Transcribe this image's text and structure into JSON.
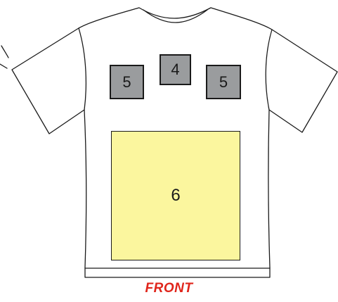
{
  "diagram": {
    "view_label": "FRONT",
    "colors": {
      "outline": "#1a1a1a",
      "small_zone_fill": "#9a9c9e",
      "large_zone_fill": "#fbf69e",
      "label": "#e0251b"
    },
    "zones": [
      {
        "id": "center-chest",
        "label": "4"
      },
      {
        "id": "left-chest",
        "label": "5"
      },
      {
        "id": "right-chest",
        "label": "5"
      },
      {
        "id": "full-front",
        "label": "6"
      }
    ]
  }
}
